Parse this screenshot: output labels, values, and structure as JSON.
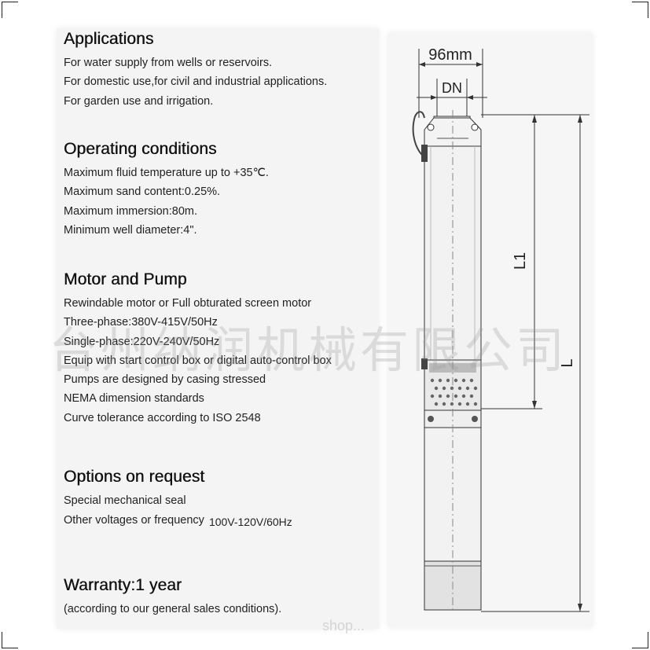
{
  "sections": {
    "applications": {
      "title": "Applications",
      "lines": [
        "For water supply from wells or reservoirs.",
        "For domestic use,for civil and industrial applications.",
        "For garden use and irrigation."
      ]
    },
    "operating": {
      "title": "Operating conditions",
      "lines": [
        "Maximum fluid temperature up to +35℃.",
        "Maximum sand content:0.25%.",
        "Maximum immersion:80m.",
        "Minimum well diameter:4\"."
      ]
    },
    "motor": {
      "title": "Motor and Pump",
      "lines": [
        "Rewindable motor or Full obturated screen motor",
        "Three-phase:380V-415V/50Hz",
        "Single-phase:220V-240V/50Hz",
        "Equip with start control box or digital auto-control box",
        "Pumps are designed by casing stressed",
        "NEMA dimension standards",
        "Curve tolerance according to ISO 2548"
      ]
    },
    "options": {
      "title": "Options on request",
      "lines": [
        "Special mechanical seal",
        "Other voltages or frequency"
      ],
      "voltage": "100V-120V/60Hz"
    },
    "warranty": {
      "title": "Warranty:1 year",
      "lines": [
        "(according to our general sales conditions)."
      ]
    }
  },
  "drawing": {
    "width_label": "96mm",
    "dn_label": "DN",
    "l1_label": "L1",
    "l_label": "L"
  },
  "watermark": "台州纳润机械有限公司",
  "bottom_mark": "shop..."
}
